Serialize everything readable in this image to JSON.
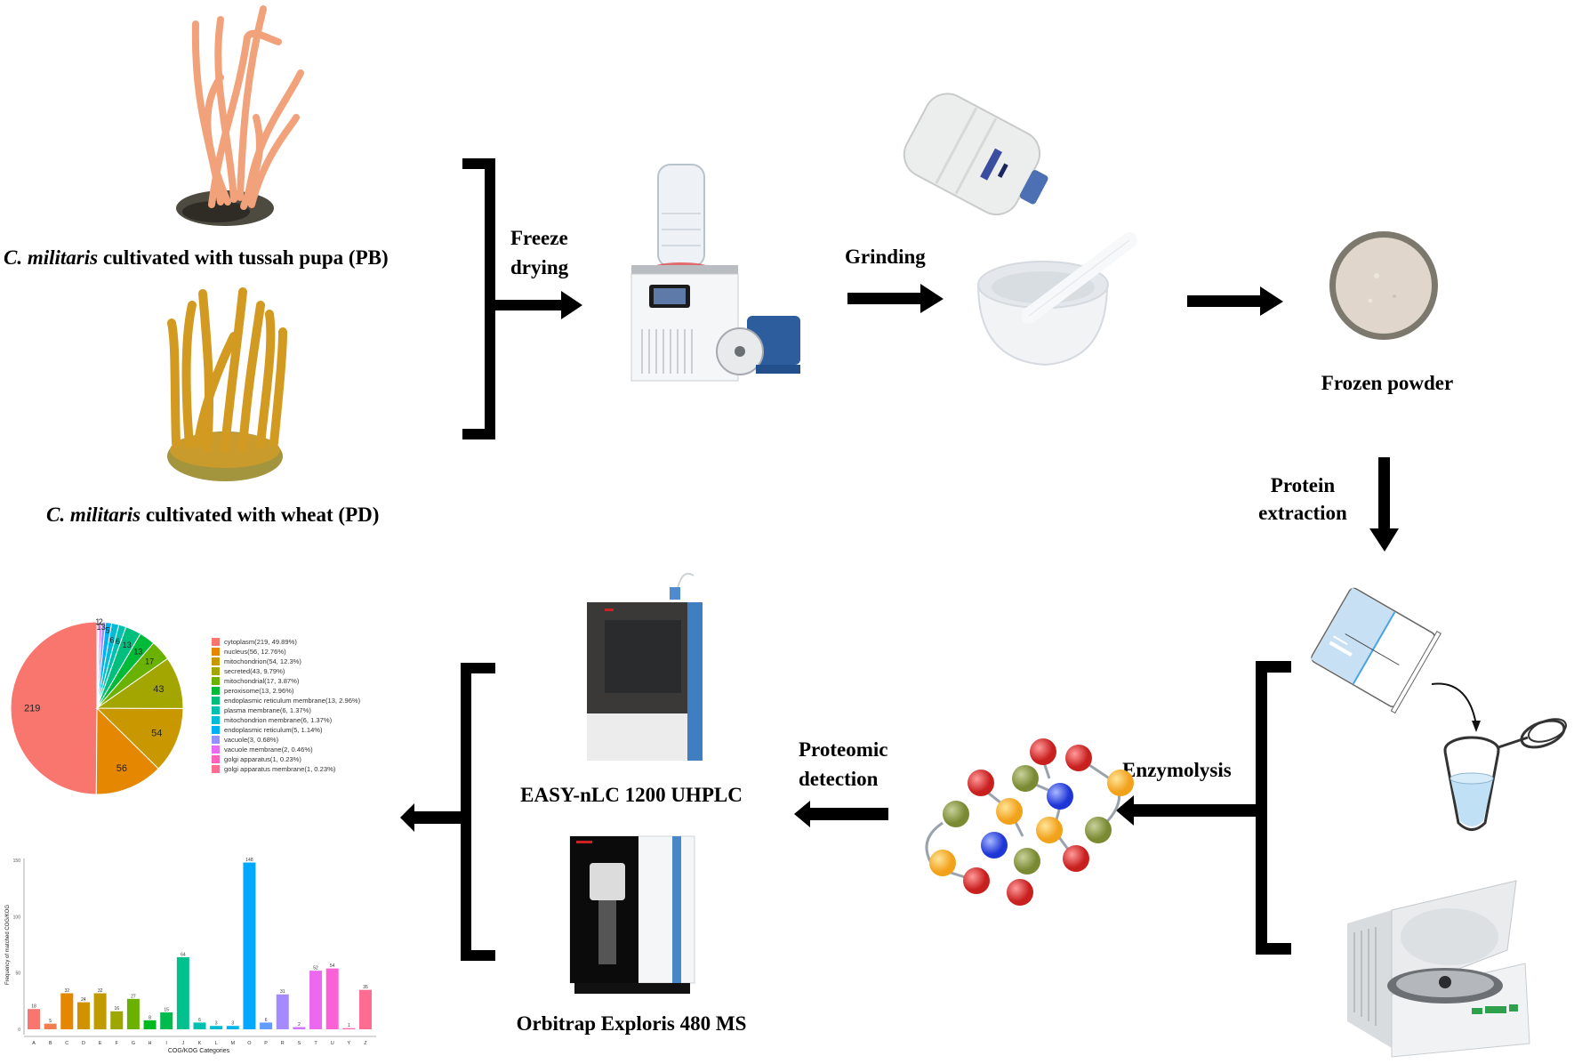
{
  "labels": {
    "pb_species": "C. militaris",
    "pb_rest": " cultivated with tussah pupa (PB)",
    "pd_species": "C. militaris",
    "pd_rest": " cultivated with wheat (PD)",
    "freeze_line1": "Freeze",
    "freeze_line2": "drying",
    "grinding": "Grinding",
    "frozen_powder": "Frozen powder",
    "protein_line1": "Protein",
    "protein_line2": "extraction",
    "enzymolysis": "Enzymolysis",
    "proteomic_line1": "Proteomic",
    "proteomic_line2": "detection",
    "uhplc": "EASY-nLC 1200 UHPLC",
    "orbitrap": "Orbitrap Exploris 480 MS"
  },
  "images": {
    "pb_sample": "cordyceps-on-tussah-pupa",
    "pd_sample": "cordyceps-on-wheat",
    "freeze_dryer": "freeze-dryer-with-vacuum-pump",
    "ln2_tank": "liquid-nitrogen-dewar",
    "mortar": "mortar-and-pestle",
    "powder": "frozen-powder-dish",
    "beaker": "beaker-pouring",
    "tube": "microcentrifuge-tube",
    "centrifuge": "benchtop-centrifuge",
    "peptides": "peptide-chain-beads",
    "uhplc": "uhplc-instrument",
    "orbitrap": "mass-spectrometer"
  },
  "chart_data": [
    {
      "type": "pie",
      "title": "",
      "legend_position": "right",
      "slices": [
        {
          "label": "cytoplasm",
          "value": 219,
          "percent": "49.89%",
          "color": "#f8766d"
        },
        {
          "label": "nucleus",
          "value": 56,
          "percent": "12.76%",
          "color": "#e58700"
        },
        {
          "label": "mitochondrion",
          "value": 54,
          "percent": "12.3%",
          "color": "#c99800"
        },
        {
          "label": "secreted",
          "value": 43,
          "percent": "9.79%",
          "color": "#a3a500"
        },
        {
          "label": "mitochondrial",
          "value": 17,
          "percent": "3.87%",
          "color": "#6bb100"
        },
        {
          "label": "peroxisome",
          "value": 13,
          "percent": "2.96%",
          "color": "#00ba38"
        },
        {
          "label": "endoplasmic reticulum membrane",
          "value": 13,
          "percent": "2.96%",
          "color": "#00bf7d"
        },
        {
          "label": "plasma membrane",
          "value": 6,
          "percent": "1.37%",
          "color": "#00c0af"
        },
        {
          "label": "mitochondrion membrane",
          "value": 6,
          "percent": "1.37%",
          "color": "#00bcd8"
        },
        {
          "label": "endoplasmic reticulum",
          "value": 5,
          "percent": "1.14%",
          "color": "#00b0f6"
        },
        {
          "label": "vacuole",
          "value": 3,
          "percent": "0.68%",
          "color": "#9590ff"
        },
        {
          "label": "vacuole membrane",
          "value": 2,
          "percent": "0.46%",
          "color": "#e76bf3"
        },
        {
          "label": "golgi apparatus",
          "value": 1,
          "percent": "0.23%",
          "color": "#ff62bc"
        },
        {
          "label": "golgi apparatus membrane",
          "value": 1,
          "percent": "0.23%",
          "color": "#ff6c91"
        }
      ]
    },
    {
      "type": "bar",
      "title": "",
      "xlabel": "COG/KOG Categories",
      "ylabel": "Frequency of matched COG/KOG",
      "ylim": [
        0,
        150
      ],
      "yticks": [
        0,
        50,
        100,
        150
      ],
      "grid": false,
      "categories": [
        "A",
        "B",
        "C",
        "D",
        "E",
        "F",
        "G",
        "H",
        "I",
        "J",
        "K",
        "L",
        "M",
        "O",
        "P",
        "R",
        "S",
        "T",
        "U",
        "Y",
        "Z"
      ],
      "values": [
        18,
        5,
        32,
        24,
        32,
        16,
        27,
        8,
        15,
        64,
        6,
        3,
        3,
        148,
        6,
        31,
        2,
        52,
        54,
        1,
        35
      ],
      "colors": [
        "#f8766d",
        "#f07e4e",
        "#e58700",
        "#d29200",
        "#c09b00",
        "#9da700",
        "#6bb100",
        "#00b81f",
        "#00bb4e",
        "#00c08d",
        "#00c0b0",
        "#00bcd0",
        "#00b4ef",
        "#00a9ff",
        "#619cff",
        "#a58aff",
        "#d177ff",
        "#ec69ef",
        "#fb61d7",
        "#ff64b4",
        "#ff6c91"
      ]
    }
  ]
}
